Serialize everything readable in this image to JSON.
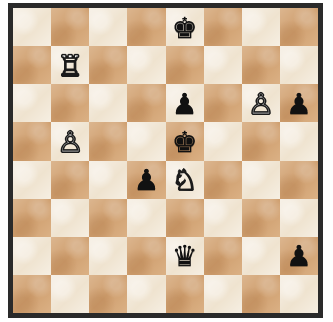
{
  "board": {
    "colors": {
      "light_square": "#f2eadf",
      "dark_square": "#d7ab7f",
      "frame": "#2a2a2a"
    },
    "position": [
      [
        "",
        "",
        "",
        "",
        "bk",
        "",
        "",
        ""
      ],
      [
        "",
        "wr",
        "",
        "",
        "",
        "",
        "",
        ""
      ],
      [
        "",
        "",
        "",
        "",
        "bp",
        "",
        "wp",
        "bp"
      ],
      [
        "",
        "wp",
        "",
        "",
        "bk",
        "",
        "",
        ""
      ],
      [
        "",
        "",
        "",
        "bp",
        "wn",
        "",
        "",
        ""
      ],
      [
        "",
        "",
        "",
        "",
        "",
        "",
        "",
        ""
      ],
      [
        "",
        "",
        "",
        "",
        "bq",
        "",
        "",
        "bp"
      ],
      [
        "",
        "",
        "",
        "",
        "",
        "",
        "",
        ""
      ]
    ],
    "pieces": {
      "bk": {
        "glyph": "♚",
        "name": "black-king",
        "color": "black"
      },
      "bq": {
        "glyph": "♛",
        "name": "black-queen",
        "color": "black"
      },
      "bp": {
        "glyph": "♟",
        "name": "black-pawn",
        "color": "black"
      },
      "wr": {
        "glyph": "♖",
        "name": "white-rook",
        "color": "white"
      },
      "wp": {
        "glyph": "♙",
        "name": "white-pawn",
        "color": "white"
      },
      "wn": {
        "glyph": "♘",
        "name": "white-knight",
        "color": "white"
      }
    }
  }
}
